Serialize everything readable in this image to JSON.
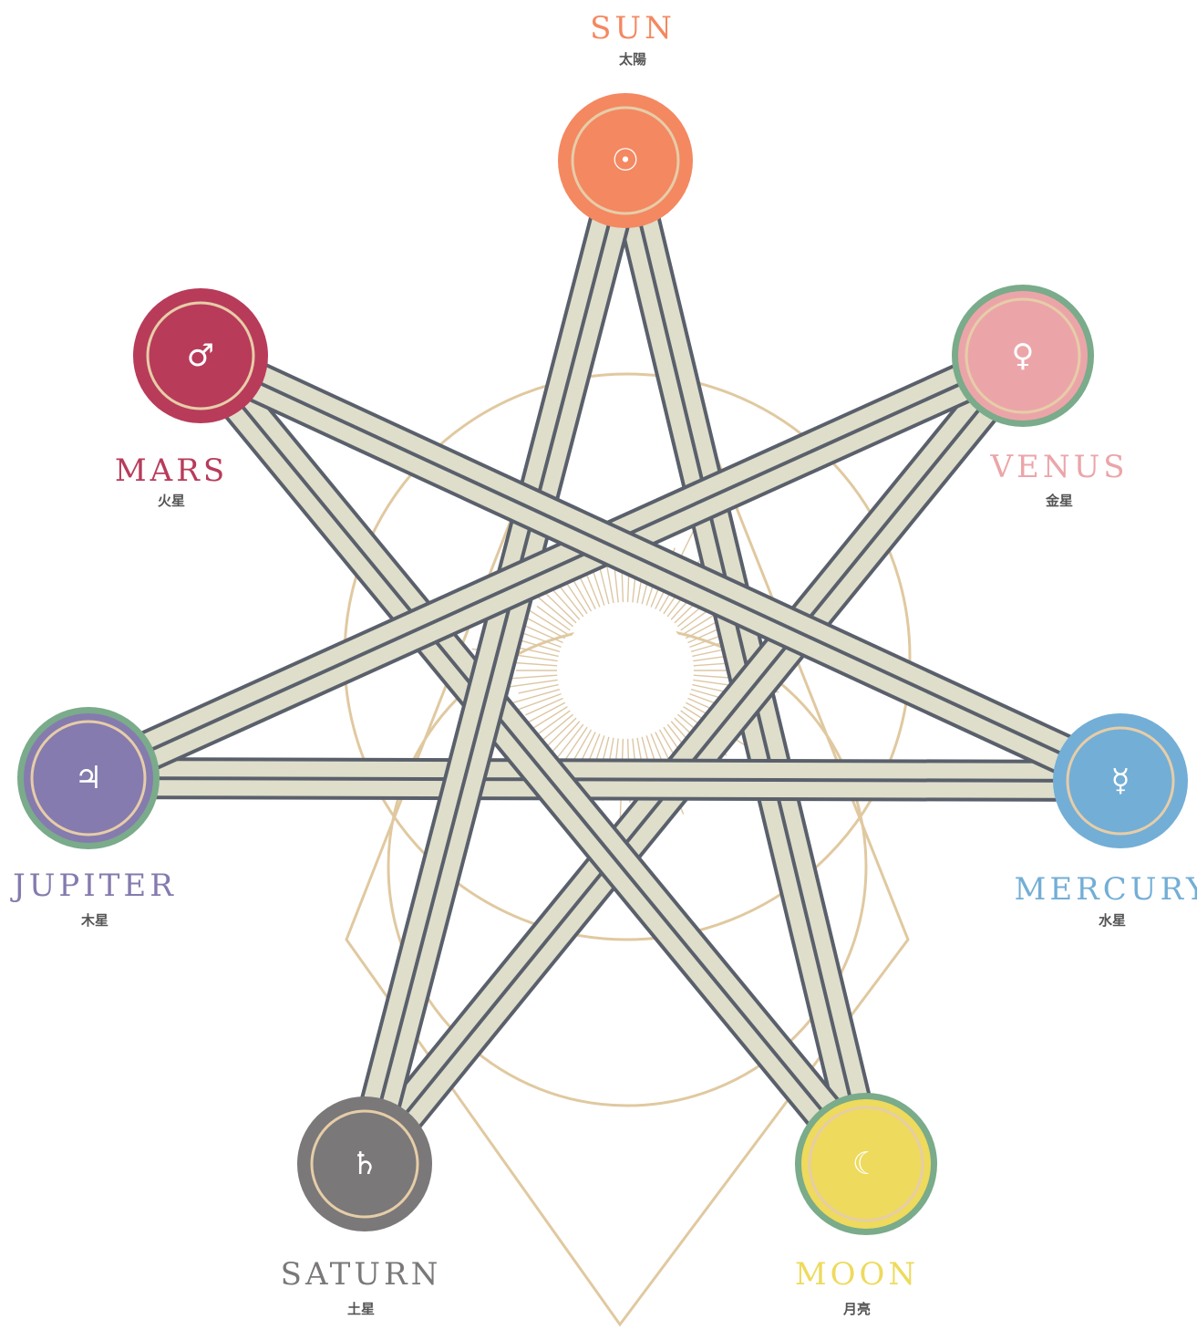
{
  "planets": [
    {
      "id": "sun",
      "name": "SUN",
      "kanji": "太陽",
      "glyph": "☉",
      "color": "#F48861",
      "ring": "#F48861"
    },
    {
      "id": "venus",
      "name": "VENUS",
      "kanji": "金星",
      "glyph": "♀",
      "color": "#EBA5A9",
      "ring": "#7AAB8A"
    },
    {
      "id": "mercury",
      "name": "MERCURY",
      "kanji": "水星",
      "glyph": "☿",
      "color": "#73AED6",
      "ring": "#73AED6"
    },
    {
      "id": "moon",
      "name": "MOON",
      "kanji": "月亮",
      "glyph": "☾",
      "color": "#EEDA5C",
      "ring": "#7AAB8A"
    },
    {
      "id": "saturn",
      "name": "SATURN",
      "kanji": "土星",
      "glyph": "♄",
      "color": "#7A7878",
      "ring": "#7A7878"
    },
    {
      "id": "jupiter",
      "name": "JUPITER",
      "kanji": "木星",
      "glyph": "♃",
      "color": "#857BAE",
      "ring": "#7AAB8A"
    },
    {
      "id": "mars",
      "name": "MARS",
      "kanji": "火星",
      "glyph": "♂",
      "color": "#B83B5A",
      "ring": "#B83B5A"
    }
  ],
  "colors": {
    "band_fill": "#DEDECB",
    "band_outline": "#5A606B",
    "guide_lines": "#E0C9A0",
    "inner_ring": "#DCC7A4"
  }
}
